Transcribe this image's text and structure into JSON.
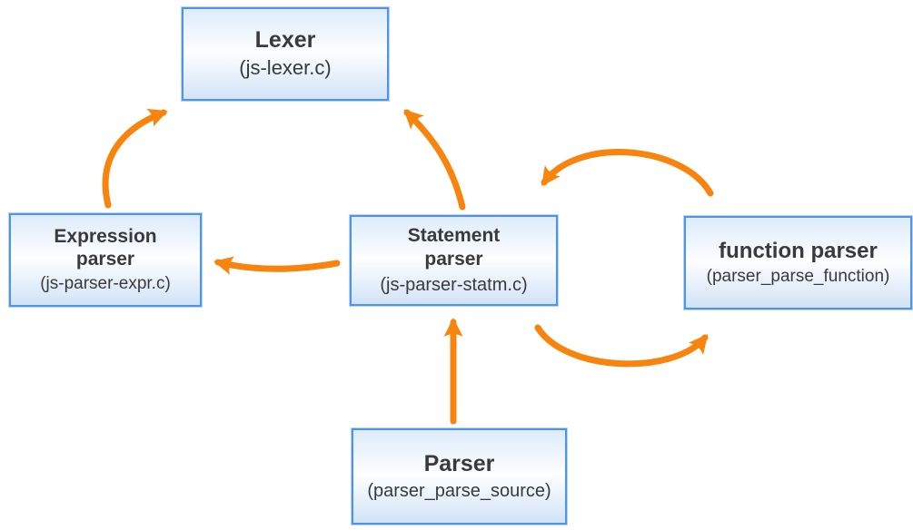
{
  "colors": {
    "arrow": "#F8830D",
    "node_border": "#4E95E7",
    "node_halo": "#B9D4F3",
    "node_fill_top": "#DDEBFA",
    "node_fill_mid": "#FDFEFF",
    "node_fill_bottom": "#D2E3F6",
    "node_text": "#3A3A3A",
    "page_bg": "#FFFFFF"
  },
  "diagram": {
    "nodes": {
      "lexer": {
        "title_lines": [
          "Lexer"
        ],
        "subtitle": "(js-lexer.c)"
      },
      "expression_parser": {
        "title_lines": [
          "Expression",
          "parser"
        ],
        "subtitle": "(js-parser-expr.c)"
      },
      "statement_parser": {
        "title_lines": [
          "Statement",
          "parser"
        ],
        "subtitle": "(js-parser-statm.c)"
      },
      "function_parser": {
        "title_lines": [
          "function parser"
        ],
        "subtitle": "(parser_parse_function)"
      },
      "parser": {
        "title_lines": [
          "Parser"
        ],
        "subtitle": "(parser_parse_source)"
      }
    },
    "edges": [
      {
        "from": "expression-parser",
        "to": "lexer"
      },
      {
        "from": "statement-parser",
        "to": "lexer"
      },
      {
        "from": "statement-parser",
        "to": "expression-parser"
      },
      {
        "from": "function-parser",
        "to": "statement-parser"
      },
      {
        "from": "statement-parser",
        "to": "function-parser"
      },
      {
        "from": "parser",
        "to": "statement-parser"
      }
    ]
  }
}
